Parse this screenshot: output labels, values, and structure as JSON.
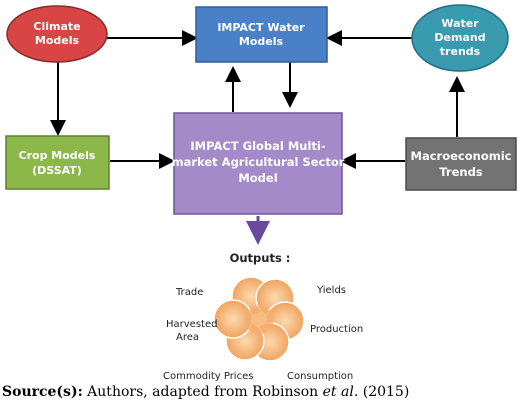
{
  "nodes": {
    "climate_models": {
      "lines": [
        "Climate",
        "Models"
      ]
    },
    "impact_water": {
      "lines": [
        "IMPACT Water",
        "Models"
      ]
    },
    "water_demand": {
      "lines": [
        "Water",
        "Demand",
        "trends"
      ]
    },
    "crop_models": {
      "lines": [
        "Crop Models",
        "(DSSAT)"
      ]
    },
    "impact_global": {
      "lines": [
        "IMPACT Global Multi-",
        "market Agricultural Sector",
        "Model"
      ]
    },
    "macroeconomic": {
      "lines": [
        "Macroeconomic",
        "Trends"
      ]
    }
  },
  "outputs": {
    "title": "Outputs :",
    "labels": {
      "trade": "Trade",
      "yields": "Yields",
      "harvested_area": [
        "Harvested",
        "Area"
      ],
      "production": "Production",
      "commodity_prices": "Commodity Prices",
      "consumption": "Consumption"
    }
  },
  "source": {
    "label": "Source(s):",
    "text_before": " Authors, adapted from Robinson ",
    "et_al": "et al",
    "text_after": ". (2015)"
  },
  "colors": {
    "climate": "#d94545",
    "impact_water": "#4a80c8",
    "water_demand": "#3a9bb0",
    "crop": "#8cb84a",
    "global": "#a48ac8",
    "macro": "#737373",
    "outputs_arrow": "#6a4a9a",
    "flower": "#f0a050"
  }
}
